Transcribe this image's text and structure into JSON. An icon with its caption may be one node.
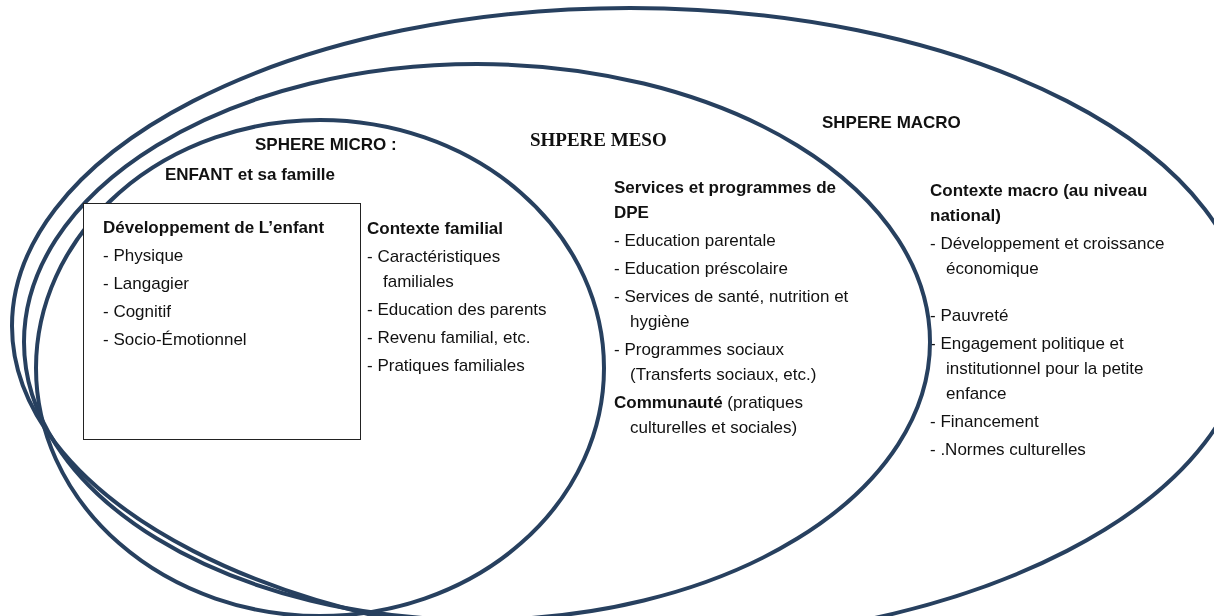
{
  "diagram": {
    "nodes": [
      {
        "text": [
          "SHPERE MACRO",
          "Contexte macro (au niveau national)",
          "- Développement et croissance économique",
          "- Pauvreté",
          "- Engagement politique et institutionnel pour la petite enfance",
          "- Financement",
          "- .Normes culturelles"
        ]
      },
      {
        "text": [
          "SHPERE MESO",
          "Services et programmes de DPE",
          "- Education parentale",
          "- Education préscolaire",
          "- Services de santé, nutrition et hygiène",
          "- Programmes sociaux (Transferts sociaux, etc.)",
          "**Communauté** (pratiques culturelles et sociales)"
        ],
        "in": 0
      },
      {
        "text": [
          "SPHERE MICRO :",
          "ENFANT et sa famille",
          "Contexte familial",
          "- Caractéristiques familiales",
          "- Education des parents",
          "- Revenu familial, etc.",
          "- Pratiques familiales"
        ],
        "in": 1
      },
      {
        "text": [
          "Développement de L’enfant",
          "- Physique",
          "- Langagier",
          "- Cognitif",
          "- Socio-Émotionnel"
        ],
        "in": 2
      }
    ]
  }
}
